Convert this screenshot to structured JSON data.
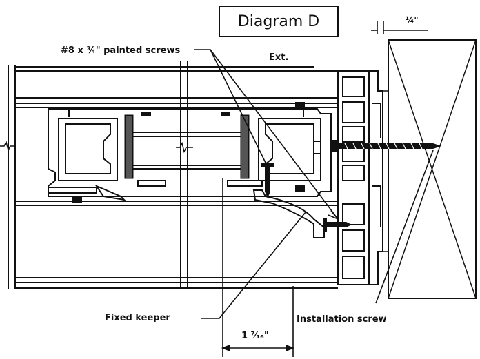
{
  "diagram": {
    "title": "Diagram D",
    "labels": {
      "screws": "#8 x ¾\" painted screws",
      "exterior": "Ext.",
      "gap": "¼\"",
      "fixed_keeper": "Fixed keeper",
      "installation_screw": "Installation screw",
      "dimension": "1 ⁷⁄₁₆\""
    }
  }
}
